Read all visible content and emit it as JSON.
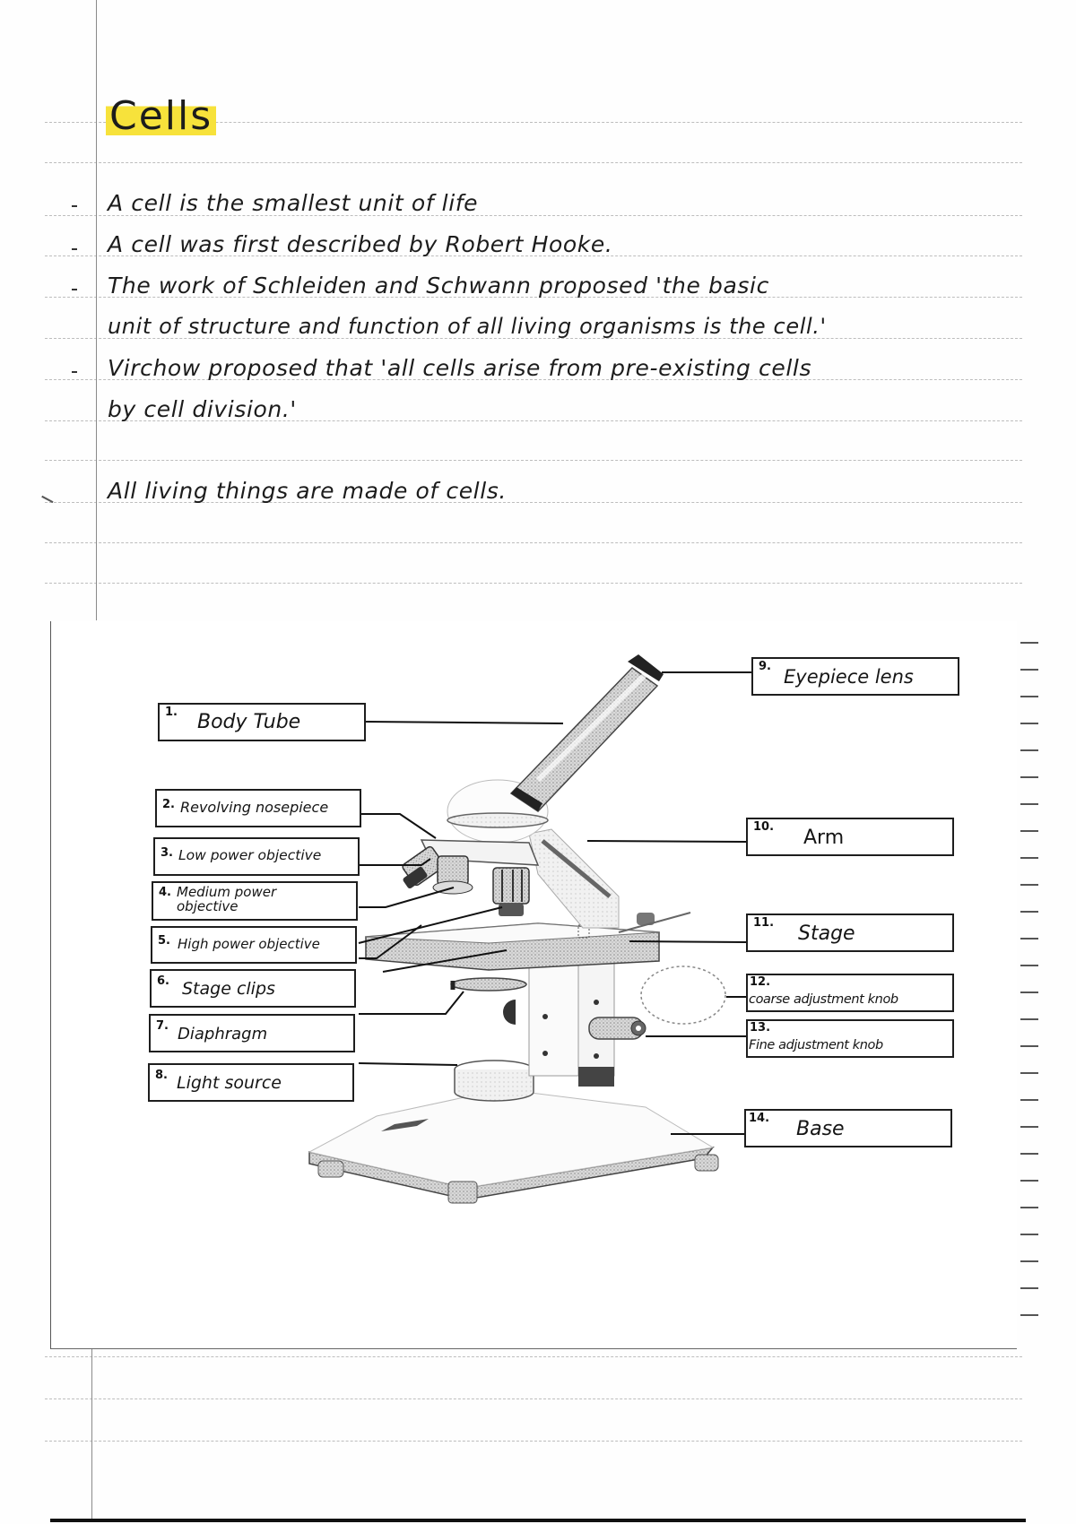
{
  "page": {
    "title": "Cells",
    "highlight_color": "#f7e23b",
    "notes": [
      {
        "bullet": true,
        "text": "A cell is the smallest unit of life"
      },
      {
        "bullet": true,
        "text": "A cell was first described by Robert Hooke."
      },
      {
        "bullet": true,
        "text": "The work of Schleiden and Schwann proposed 'the basic"
      },
      {
        "bullet": false,
        "text": "unit of structure and function of all living organisms is the cell.'"
      },
      {
        "bullet": true,
        "text": "Virchow proposed that 'all cells arise from pre-existing cells"
      },
      {
        "bullet": false,
        "text": "by cell division.'"
      }
    ],
    "summary": "All living things are made of cells."
  },
  "diagram": {
    "subject": "compound light microscope",
    "labels_left": [
      {
        "num": "1.",
        "text": "Body Tube"
      },
      {
        "num": "2.",
        "text": "Revolving nosepiece"
      },
      {
        "num": "3.",
        "text": "Low power objective"
      },
      {
        "num": "4.",
        "text": "Medium power objective"
      },
      {
        "num": "5.",
        "text": "High power objective"
      },
      {
        "num": "6.",
        "text": "Stage clips"
      },
      {
        "num": "7.",
        "text": "Diaphragm"
      },
      {
        "num": "8.",
        "text": "Light source"
      }
    ],
    "labels_right": [
      {
        "num": "9.",
        "text": "Eyepiece lens"
      },
      {
        "num": "10.",
        "text": "Arm"
      },
      {
        "num": "11.",
        "text": "Stage"
      },
      {
        "num": "12.",
        "text": "coarse adjustment knob"
      },
      {
        "num": "13.",
        "text": "Fine adjustment knob"
      },
      {
        "num": "14.",
        "text": "Base"
      }
    ]
  }
}
